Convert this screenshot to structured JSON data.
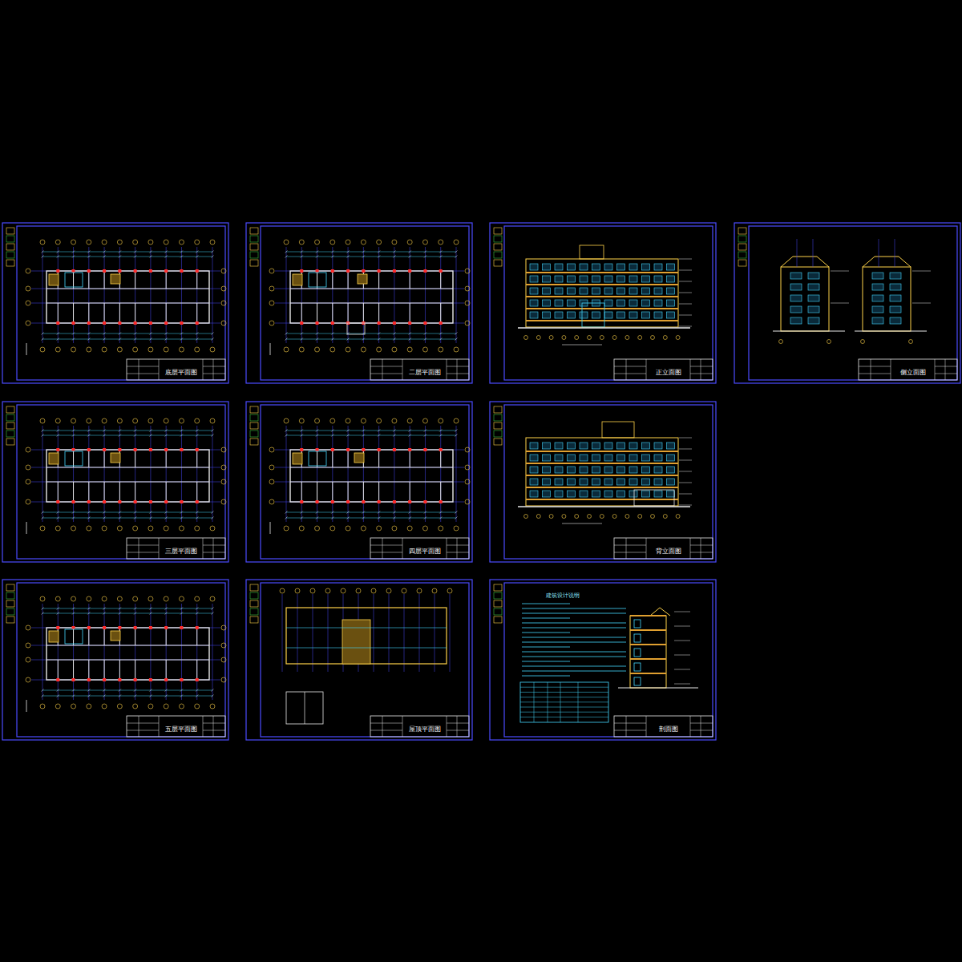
{
  "diagram": {
    "nodes": [
      {
        "text": [
          "底层平面图"
        ]
      },
      {
        "text": [
          "二层平面图"
        ]
      },
      {
        "text": [
          "正立面图"
        ]
      },
      {
        "text": [
          "侧立面图"
        ]
      },
      {
        "text": [
          "三层平面图"
        ]
      },
      {
        "text": [
          "四层平面图"
        ]
      },
      {
        "text": [
          "背立面图"
        ]
      },
      {
        "text": [
          "五层平面图"
        ]
      },
      {
        "text": [
          "屋顶平面图"
        ]
      },
      {
        "text": [
          "剖面图"
        ]
      }
    ],
    "labels": [
      "建筑设计说明"
    ]
  }
}
